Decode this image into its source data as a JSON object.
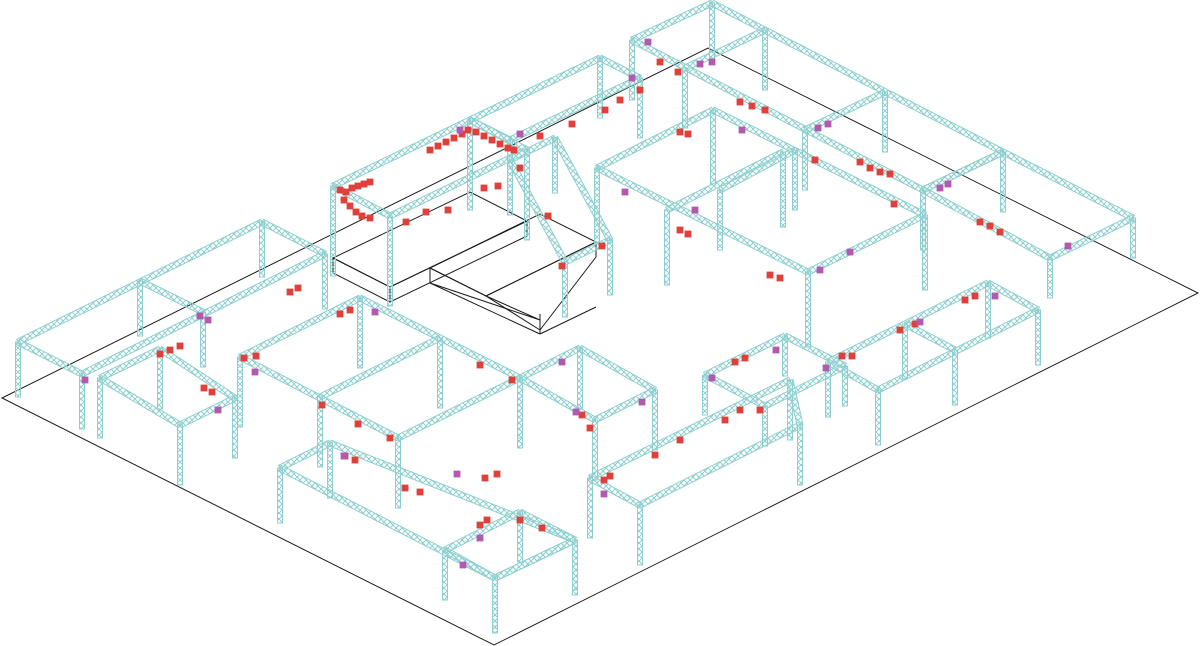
{
  "colors": {
    "background": "#ffffff",
    "floor_outline": "#1a1a1a",
    "truss": "#8fcfcf",
    "truss_dark": "#6fb8b8",
    "fixture_red": "#e0403c",
    "fixture_purple": "#b25ab0",
    "stage_outline": "#1a1a1a"
  },
  "scene": {
    "kind": "isometric-truss-layout",
    "structure_count": 14,
    "fixture_types": [
      "red-spot-fixture",
      "purple-wash-fixture"
    ],
    "stage_platforms": 2
  }
}
